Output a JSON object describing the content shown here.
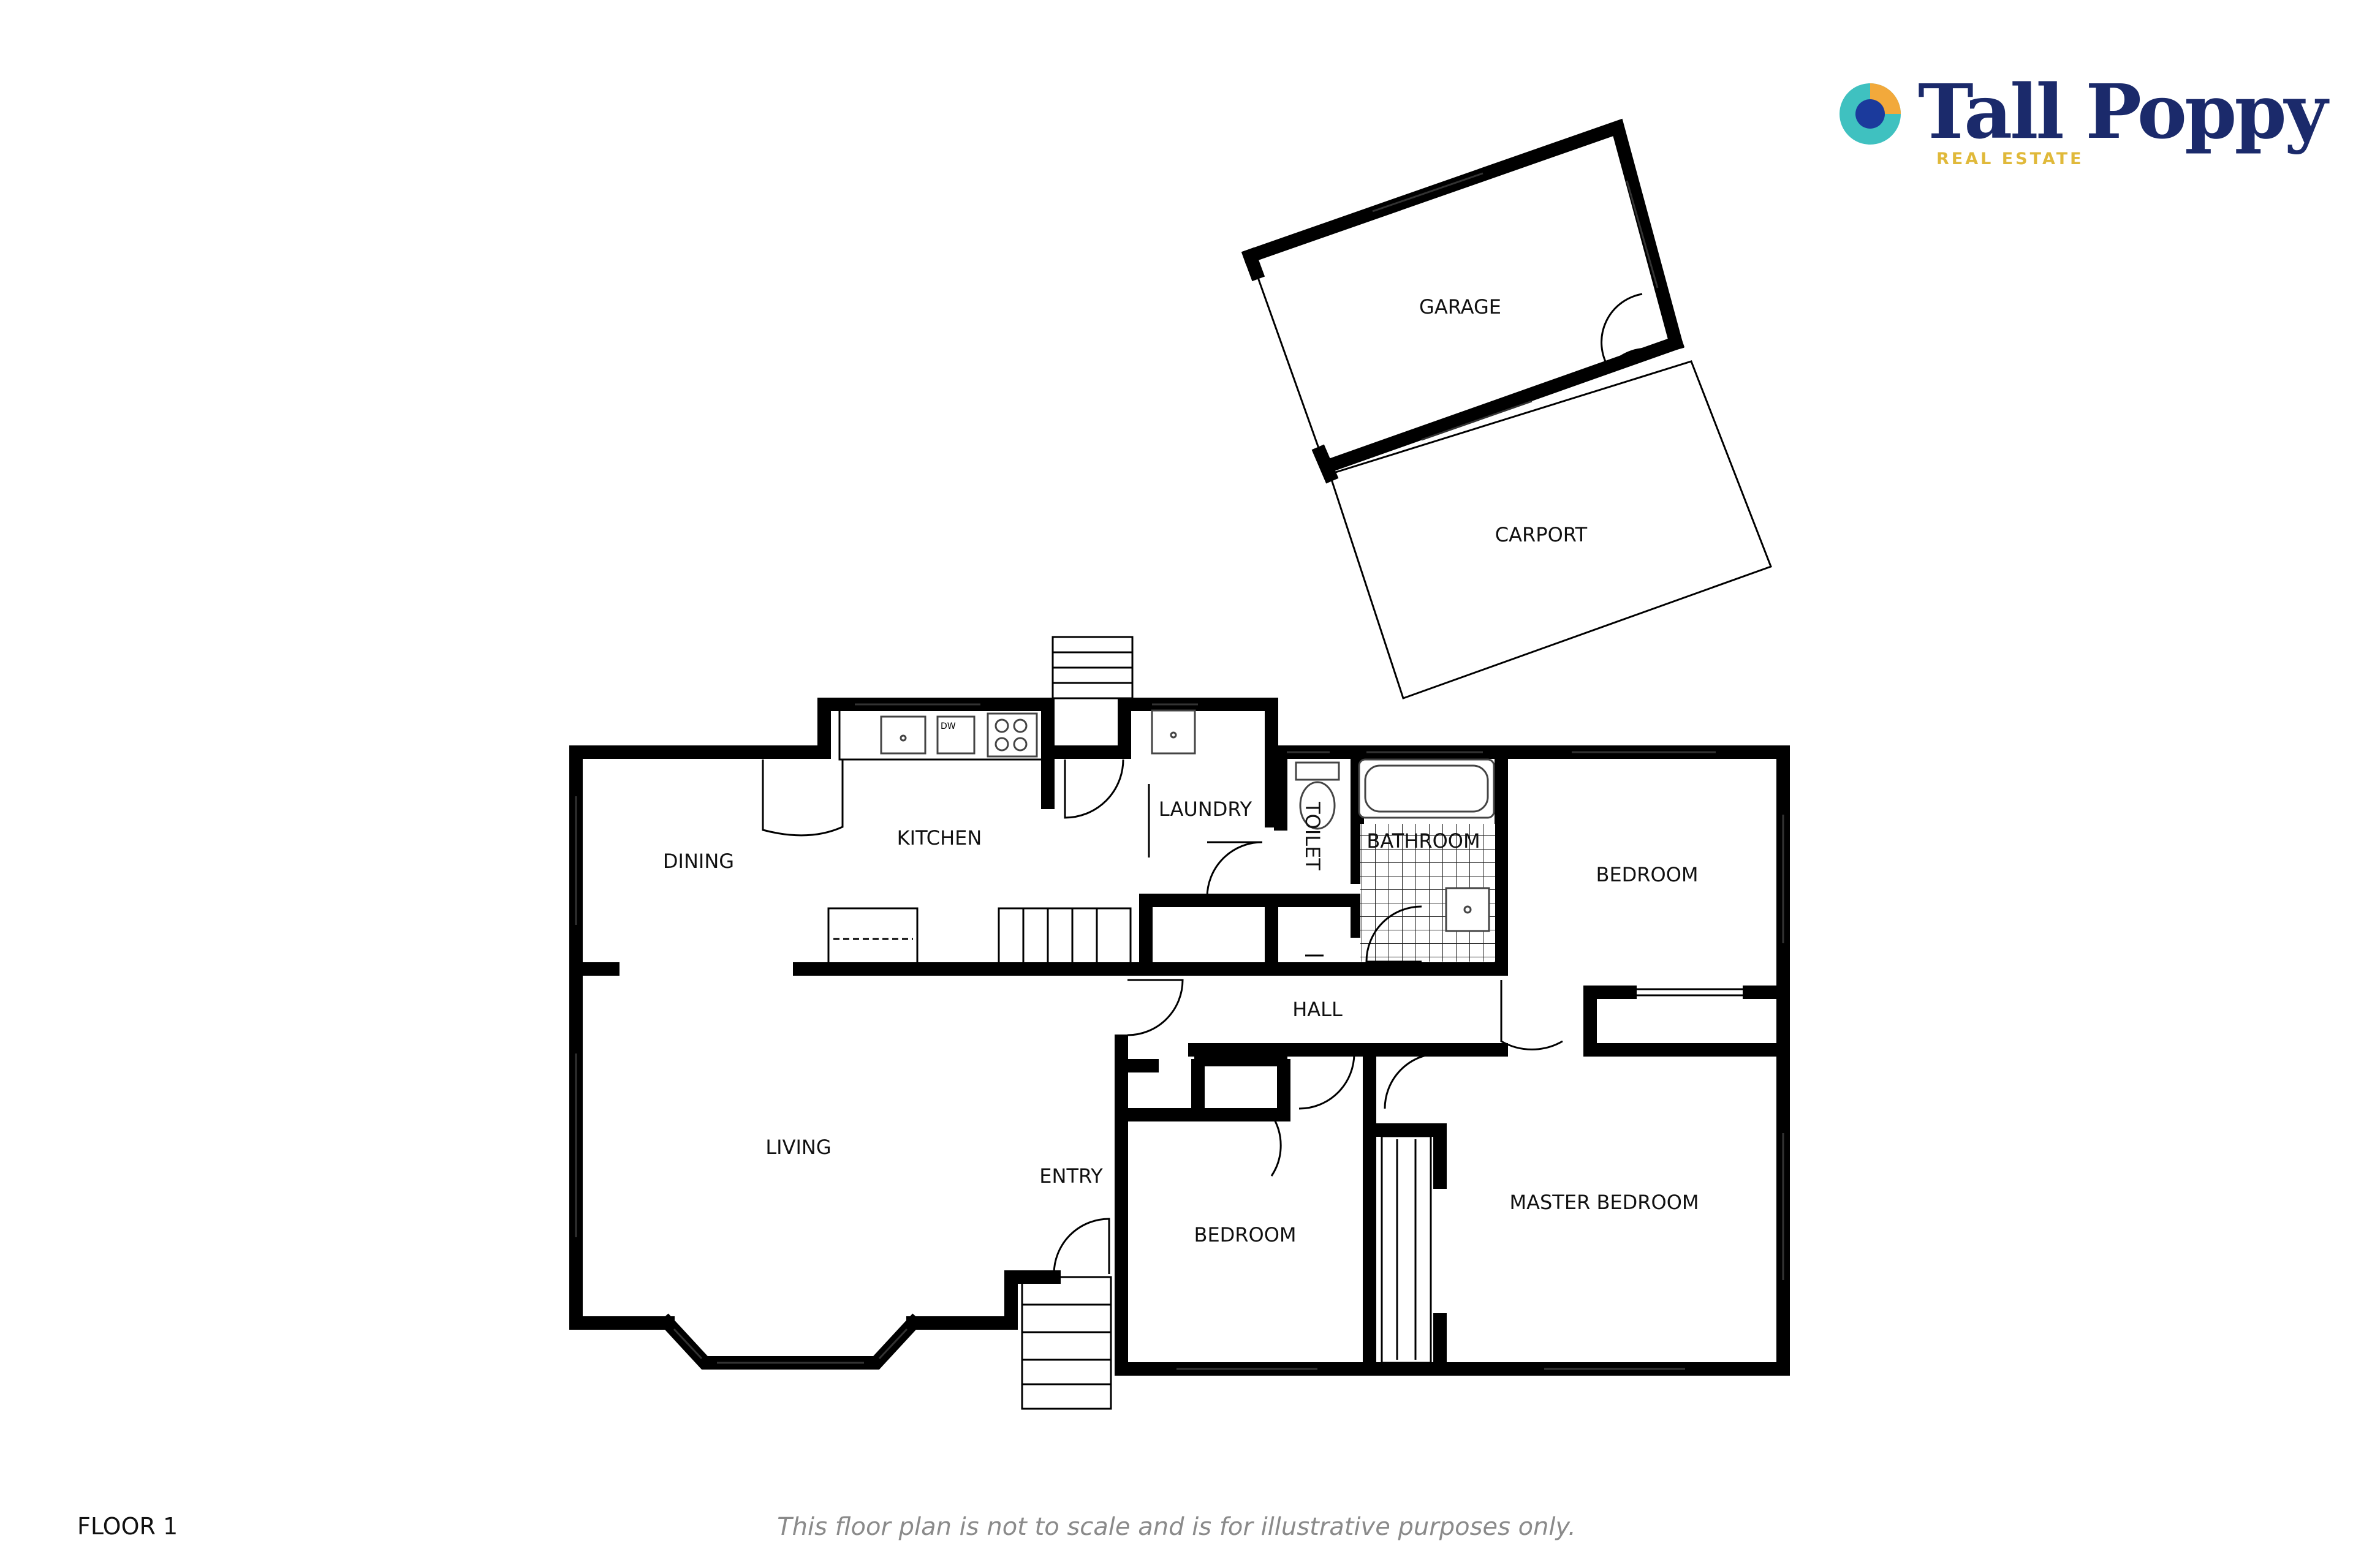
{
  "brand": {
    "name": "Tall Poppy",
    "tagline": "REAL ESTATE",
    "colors": {
      "navy": "#1b2a6b",
      "gold": "#e0b93a",
      "teal": "#3fc1c0",
      "orange": "#f2a93b"
    }
  },
  "rooms": {
    "garage": "GARAGE",
    "carport": "CARPORT",
    "kitchen": "KITCHEN",
    "dining": "DINING",
    "laundry": "LAUNDRY",
    "toilet": "TOILET",
    "bathroom": "BATHROOM",
    "bedroom_east": "BEDROOM",
    "hall": "HALL",
    "living": "LIVING",
    "entry": "ENTRY",
    "bedroom_south": "BEDROOM",
    "master_bedroom": "MASTER BEDROOM"
  },
  "fixtures": {
    "dishwasher": "DW"
  },
  "footer": {
    "floor_label": "FLOOR 1",
    "disclaimer": "This floor plan is not to scale and is for illustrative purposes only."
  }
}
